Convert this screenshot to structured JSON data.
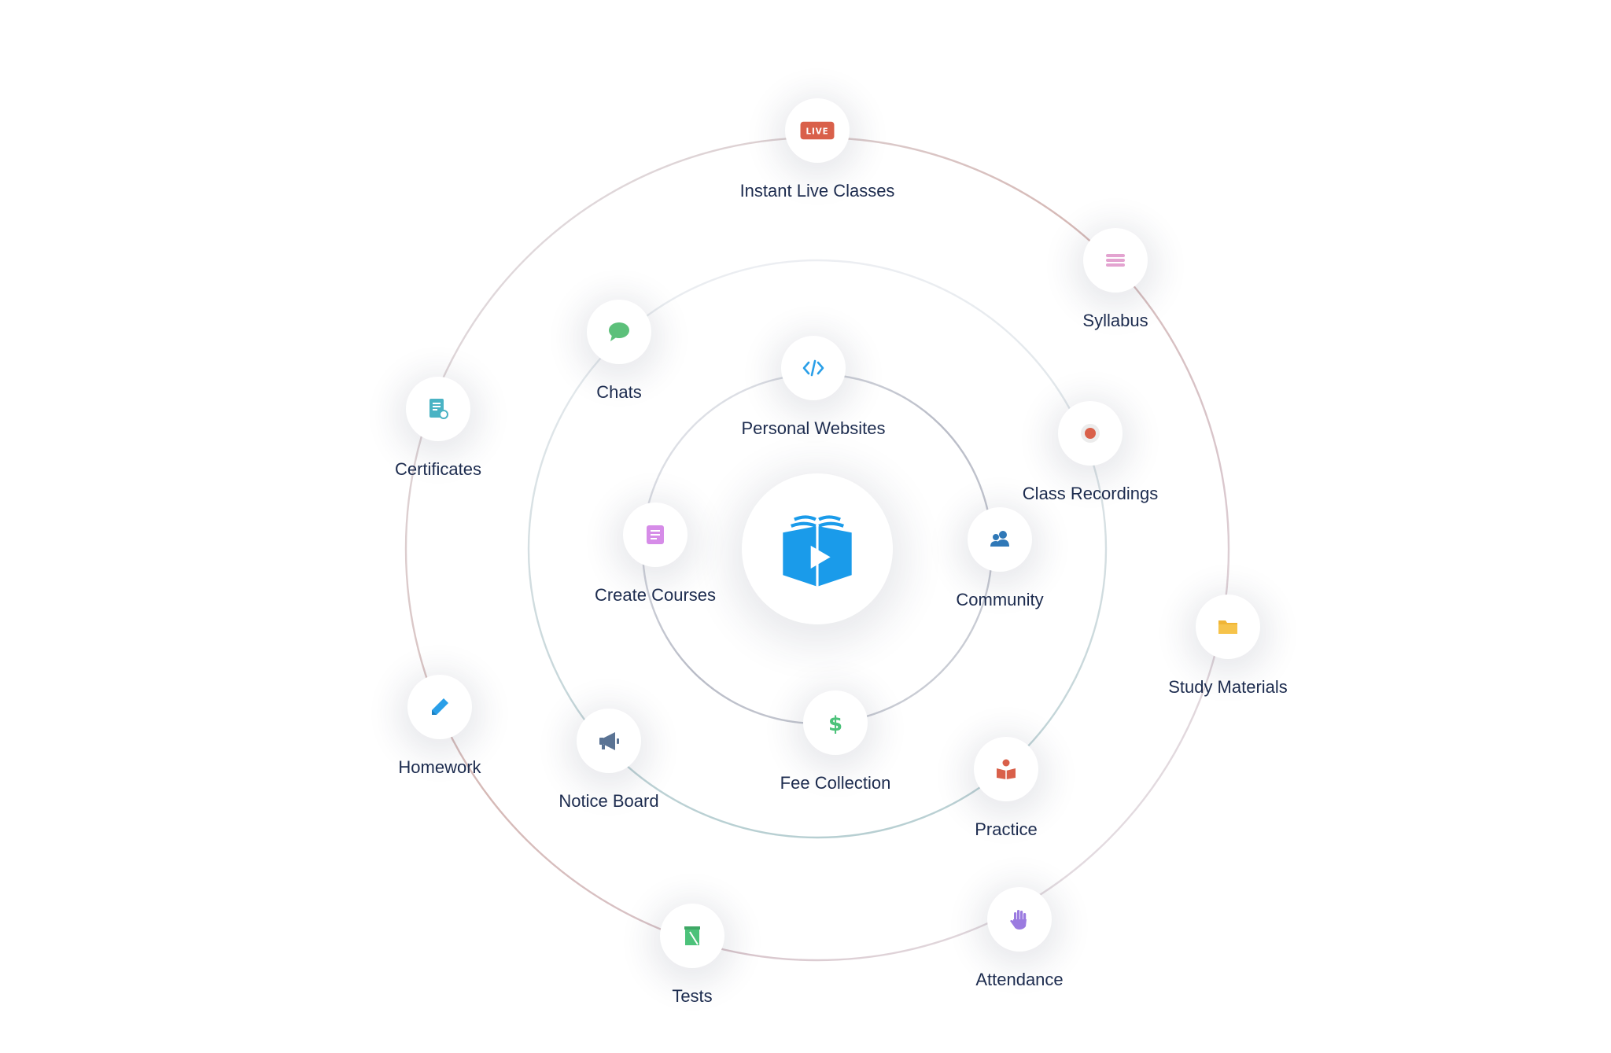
{
  "center": {
    "icon": "book-play-logo",
    "color": "#1a9bea"
  },
  "features": {
    "instant_live_classes": {
      "label": "Instant Live Classes",
      "icon": "live-badge-icon",
      "badge_text": "LIVE",
      "color": "#d9604a"
    },
    "syllabus": {
      "label": "Syllabus",
      "icon": "list-lines-icon",
      "color": "#e3a3d0"
    },
    "chats": {
      "label": "Chats",
      "icon": "chat-bubble-icon",
      "color": "#5cc07a"
    },
    "certificates": {
      "label": "Certificates",
      "icon": "certificate-icon",
      "color": "#4ab3c4"
    },
    "personal_websites": {
      "label": "Personal Websites",
      "icon": "code-icon",
      "color": "#2a9fe8"
    },
    "class_recordings": {
      "label": "Class Recordings",
      "icon": "record-dot-icon",
      "color": "#d9604a"
    },
    "create_courses": {
      "label": "Create Courses",
      "icon": "document-icon",
      "color": "#d68ce8"
    },
    "community": {
      "label": "Community",
      "icon": "people-icon",
      "color": "#2f78b7"
    },
    "study_materials": {
      "label": "Study Materials",
      "icon": "folder-icon",
      "color": "#f0b535"
    },
    "homework": {
      "label": "Homework",
      "icon": "pencil-icon",
      "color": "#2a9fe8"
    },
    "notice_board": {
      "label": "Notice Board",
      "icon": "megaphone-icon",
      "color": "#5a7394"
    },
    "fee_collection": {
      "label": "Fee Collection",
      "icon": "dollar-icon",
      "color": "#4cc27a"
    },
    "practice": {
      "label": "Practice",
      "icon": "reading-person-icon",
      "color": "#d9604a"
    },
    "tests": {
      "label": "Tests",
      "icon": "test-paper-icon",
      "color": "#4cc27a"
    },
    "attendance": {
      "label": "Attendance",
      "icon": "raised-hand-icon",
      "color": "#9b7be0"
    }
  }
}
